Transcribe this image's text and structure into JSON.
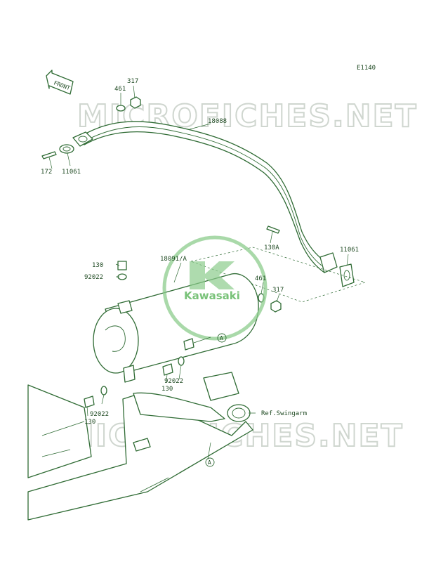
{
  "diagram_code": "E1140",
  "front_arrow_label": "FRONT",
  "watermark_text": "MICROFICHES.NET",
  "brand_logo_text": "Kawasaki",
  "parts": {
    "p317_top": "317",
    "p461_top": "461",
    "p18088": "18088",
    "p172": "172",
    "p11061_left": "11061",
    "p130A": "130A",
    "p11061_right": "11061",
    "p130_top": "130",
    "p92022_top": "92022",
    "p18091A": "18091/A",
    "p461_mid": "461",
    "p317_mid": "317",
    "p92022_mid": "92022",
    "p130_mid": "130",
    "p92022_low": "92022",
    "p130_low": "130"
  },
  "ref_swingarm": "Ref.Swingarm",
  "ref_marker_a": "A",
  "ref_marker_a2": "A",
  "colors": {
    "line": "#2f6b34",
    "text": "#1f4a22",
    "watermark": "#cfd6cf",
    "logo": "#8ccc8c"
  }
}
